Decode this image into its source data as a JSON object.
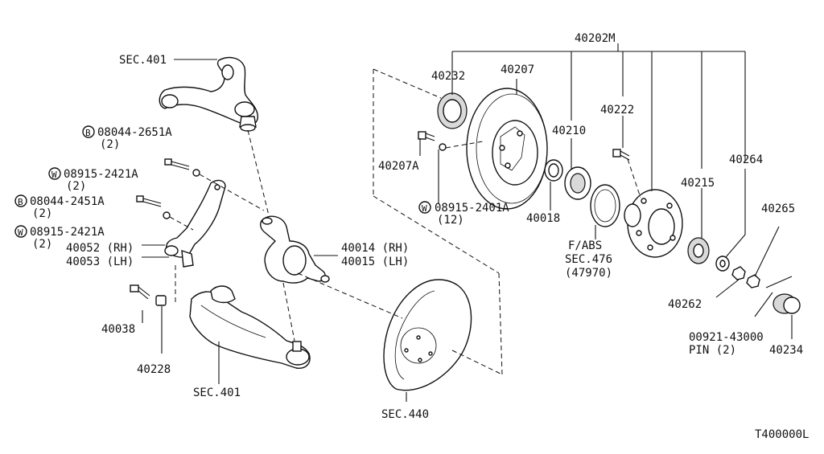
{
  "diagram": {
    "labels": {
      "sec401_top": "SEC.401",
      "b_08044_2651a": "08044-2651A",
      "qty2_a": "(2)",
      "w_08915_2421a_1": "08915-2421A",
      "qty2_b": "(2)",
      "b_08044_2451a": "08044-2451A",
      "qty2_c": "(2)",
      "w_08915_2421a_2": "08915-2421A",
      "qty2_d": "(2)",
      "p40052": "40052 (RH)",
      "p40053": "40053 (LH)",
      "p40014": "40014 (RH)",
      "p40015": "40015 (LH)",
      "p40038": "40038",
      "p40228": "40228",
      "sec401_bottom": "SEC.401",
      "sec440": "SEC.440",
      "p40202m": "40202M",
      "p40232": "40232",
      "p40207": "40207",
      "p40207a": "40207A",
      "w_08915_2401a": "08915-2401A",
      "qty12": "(12)",
      "p40018": "40018",
      "p40210": "40210",
      "p40222": "40222",
      "fabs": "F/ABS",
      "sec476": "SEC.476",
      "p47970": "(47970)",
      "p40215": "40215",
      "p40264": "40264",
      "p40265": "40265",
      "p40262": "40262",
      "p00921": "00921-43000",
      "pin2": "PIN (2)",
      "p40234": "40234",
      "ref": "T400000L"
    },
    "callout_letters": {
      "b": "B",
      "w": "W"
    }
  }
}
